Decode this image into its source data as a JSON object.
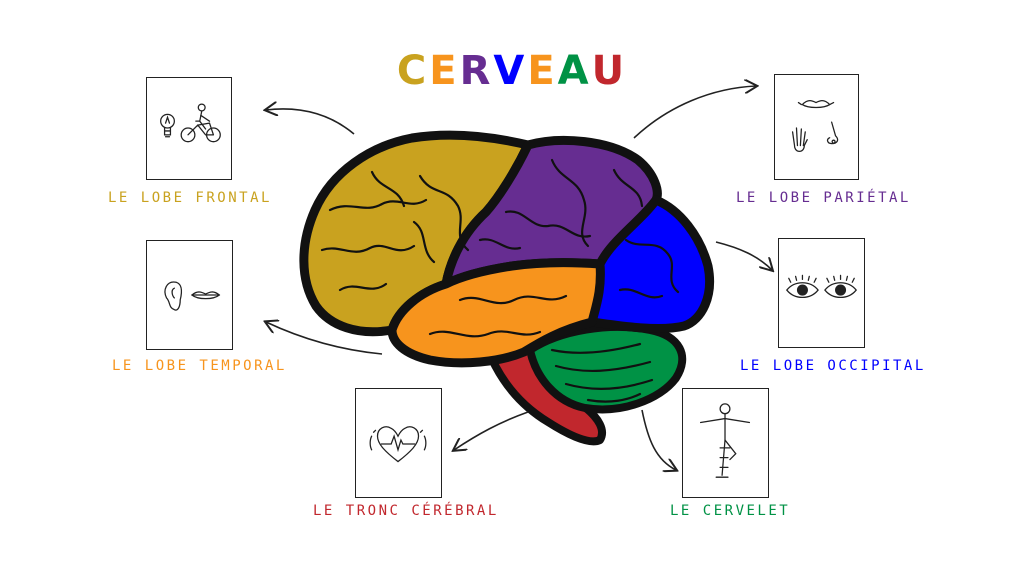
{
  "title": {
    "letters": [
      {
        "ch": "C",
        "color": "#c9a21f"
      },
      {
        "ch": "E",
        "color": "#f7941d"
      },
      {
        "ch": "R",
        "color": "#662d91"
      },
      {
        "ch": "V",
        "color": "#0000ff"
      },
      {
        "ch": "E",
        "color": "#f7941d"
      },
      {
        "ch": "A",
        "color": "#009245"
      },
      {
        "ch": "U",
        "color": "#c1272d"
      }
    ]
  },
  "lobes": {
    "frontal": {
      "label": "LE LOBE FRONTAL",
      "color": "#c9a21f",
      "icons": [
        "lightbulb-icon",
        "cyclist-icon"
      ]
    },
    "parietal": {
      "label": "LE LOBE PARIÉTAL",
      "color": "#662d91",
      "icons": [
        "mouth-icon",
        "hand-icon",
        "nose-icon"
      ]
    },
    "temporal": {
      "label": "LE LOBE TEMPORAL",
      "color": "#f7941d",
      "icons": [
        "ear-icon",
        "mouth-icon"
      ]
    },
    "occipital": {
      "label": "LE LOBE OCCIPITAL",
      "color": "#0000ff",
      "icons": [
        "eye-icon",
        "eye-icon"
      ]
    },
    "brainstem": {
      "label": "LE TRONC CÉRÉBRAL",
      "color": "#c1272d",
      "icons": [
        "heartbeat-icon"
      ]
    },
    "cerebellum": {
      "label": "LE CERVELET",
      "color": "#009245",
      "icons": [
        "balancing-person-icon"
      ]
    }
  }
}
